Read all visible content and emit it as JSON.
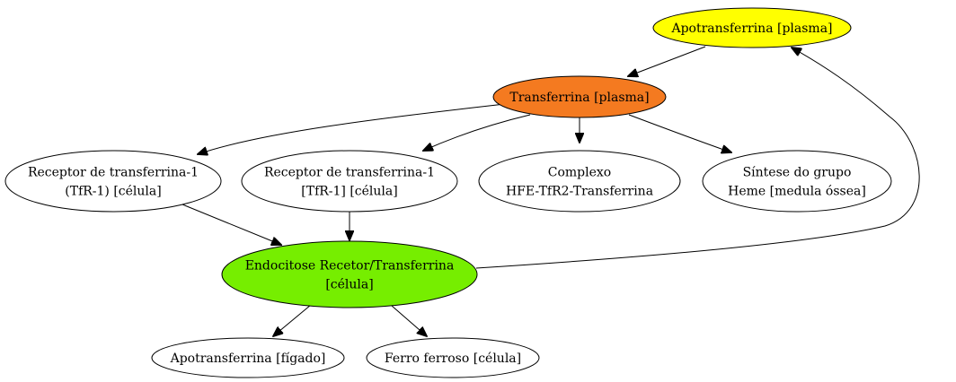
{
  "diagram": {
    "nodes": {
      "apotransferrina_plasma": {
        "lines": [
          "Apotransferrina [plasma]"
        ],
        "fill": "#ffff00"
      },
      "transferrina_plasma": {
        "lines": [
          "Transferrina [plasma]"
        ],
        "fill": "#f47a20"
      },
      "receptor_1": {
        "lines": [
          "Receptor de transferrina-1",
          "(TfR-1) [célula]"
        ],
        "fill": "#ffffff"
      },
      "receptor_2": {
        "lines": [
          "Receptor de transferrina-1",
          "[TfR-1] [célula]"
        ],
        "fill": "#ffffff"
      },
      "complexo": {
        "lines": [
          "Complexo",
          "HFE-TfR2-Transferrina"
        ],
        "fill": "#ffffff"
      },
      "sintese": {
        "lines": [
          "Síntese do grupo",
          "Heme [medula óssea]"
        ],
        "fill": "#ffffff"
      },
      "endocitose": {
        "lines": [
          "Endocitose Recetor/Transferrina",
          "[célula]"
        ],
        "fill": "#76ee00"
      },
      "apotransferrina_figado": {
        "lines": [
          "Apotransferrina [fígado]"
        ],
        "fill": "#ffffff"
      },
      "ferro_ferroso": {
        "lines": [
          "Ferro ferroso [célula]"
        ],
        "fill": "#ffffff"
      }
    },
    "edges": [
      {
        "from": "apotransferrina_plasma",
        "to": "transferrina_plasma"
      },
      {
        "from": "transferrina_plasma",
        "to": "receptor_1"
      },
      {
        "from": "transferrina_plasma",
        "to": "receptor_2"
      },
      {
        "from": "transferrina_plasma",
        "to": "complexo"
      },
      {
        "from": "transferrina_plasma",
        "to": "sintese"
      },
      {
        "from": "receptor_1",
        "to": "endocitose"
      },
      {
        "from": "receptor_2",
        "to": "endocitose"
      },
      {
        "from": "endocitose",
        "to": "apotransferrina_figado"
      },
      {
        "from": "endocitose",
        "to": "ferro_ferroso"
      },
      {
        "from": "endocitose",
        "to": "apotransferrina_plasma"
      }
    ]
  }
}
